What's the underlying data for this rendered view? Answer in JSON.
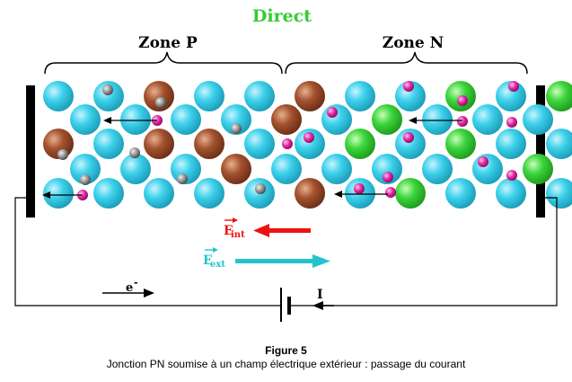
{
  "title": "Direct",
  "zones": {
    "p_label": "Zone P",
    "n_label": "Zone N"
  },
  "fields": {
    "internal": {
      "letter": "E",
      "subscript": "int"
    },
    "external": {
      "letter": "E",
      "subscript": "ext"
    }
  },
  "circuit": {
    "electron": {
      "letter": "e",
      "superscript": "-"
    },
    "current_label": "I"
  },
  "caption": {
    "number": "Figure 5",
    "text": "Jonction PN soumise à un champ électrique extérieur : passage du courant"
  },
  "colors": {
    "title": "#33cc33",
    "silicon_atom": "#2ec4e0",
    "acceptor_atom": "#9b4a2c",
    "donor_atom": "#33cc33",
    "electron": "#e0209e",
    "hole": "#888888",
    "internal_field": "#ee1111",
    "external_field": "#22c4cc"
  },
  "icons": [
    "electrode-bar",
    "battery-icon",
    "arrow-icon"
  ]
}
